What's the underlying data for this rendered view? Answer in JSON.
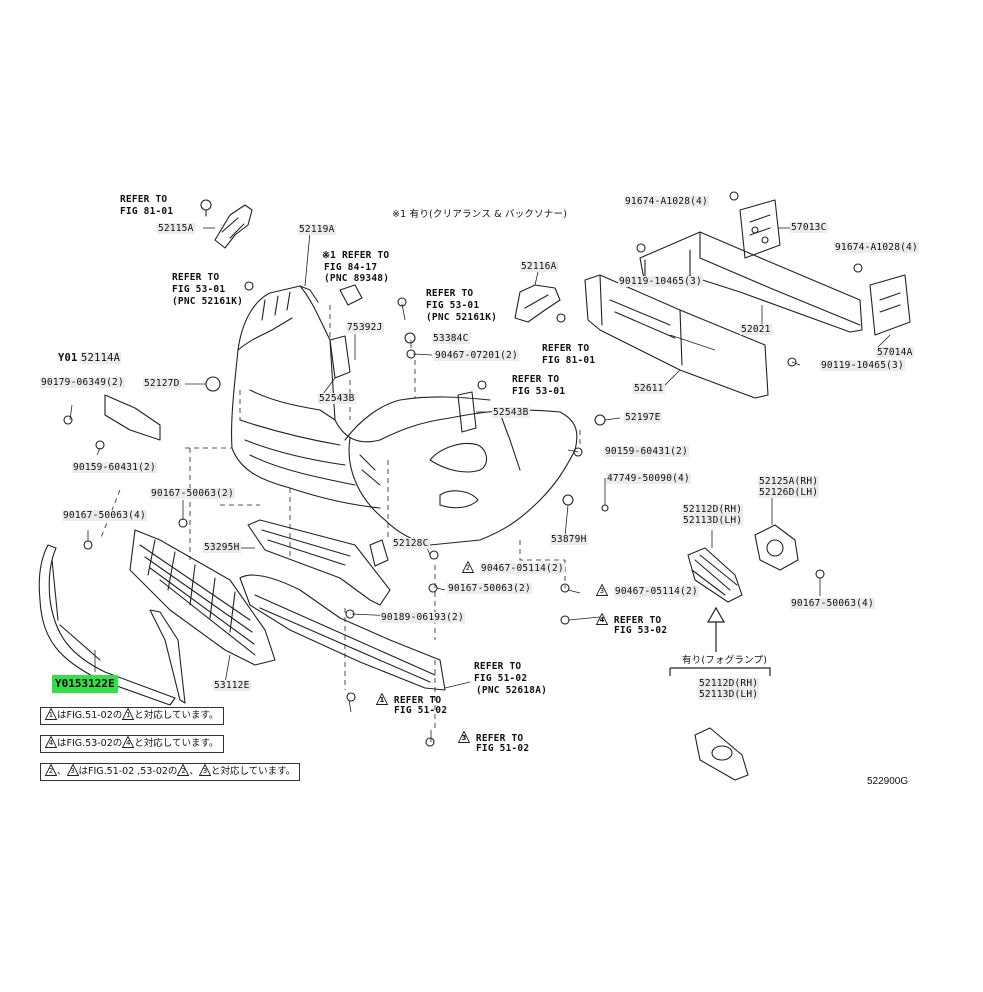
{
  "labels": {
    "refer_to_fig_81_01_a": "REFER TO",
    "fig_81_01_a": "FIG 81-01",
    "p52115A": "52115A",
    "p52119A": "52119A",
    "note_top": "※1 有り(クリアランス & バックソナー)",
    "refer_84_17": "※1 REFER TO",
    "fig_84_17": "FIG 84-17",
    "pnc_89348": "(PNC 89348)",
    "refer_53_01_a": "REFER TO",
    "fig_53_01_a": "FIG 53-01",
    "pnc_52161k_a": "(PNC 52161K)",
    "p52116A": "52116A",
    "refer_53_01_b": "REFER TO",
    "fig_53_01_b": "FIG 53-01",
    "pnc_52161k_b": "(PNC 52161K)",
    "p53384C": "53384C",
    "p75392J": "75392J",
    "p90467_07201": "90467-07201(2)",
    "refer_81_01_b": "REFER TO",
    "fig_81_01_b": "FIG 81-01",
    "y01_52114A_prefix": "Y01",
    "p52114A": "52114A",
    "p90179_06349": "90179-06349(2)",
    "p52127D": "52127D",
    "p52543B_a": "52543B",
    "refer_53_01_c": "REFER TO",
    "fig_53_01_c": "FIG 53-01",
    "p52543B_b": "52543B",
    "p52197E": "52197E",
    "p90159_60431_a": "90159-60431(2)",
    "p90159_60431_b": "90159-60431(2)",
    "p47749_50090": "47749-50090(4)",
    "p90167_50063_a": "90167-50063(2)",
    "p90167_50063_b": "90167-50063(4)",
    "p53295H": "53295H",
    "p52128C": "52128C",
    "p53879H": "53879H",
    "p90467_05114_a": "90467-05114(2)",
    "p90167_50063_c": "90167-50063(2)",
    "p90467_05114_b": "90467-05114(2)",
    "p90189_06193": "90189-06193(2)",
    "refer_53_02": "REFER TO",
    "fig_53_02": "FIG 53-02",
    "y01_prefix": "Y01",
    "p53122E": "53122E",
    "p53112E": "53112E",
    "refer_51_02_a": "REFER TO",
    "fig_51_02_a": "FIG 51-02",
    "pnc_52618A": "(PNC 52618A)",
    "refer_51_02_b": "REFER TO",
    "fig_51_02_b": "FIG 51-02",
    "refer_51_02_c": "REFER TO",
    "fig_51_02_c": "FIG 51-02",
    "p91674_A1028_a": "91674-A1028(4)",
    "p57013C": "57013C",
    "p91674_A1028_b": "91674-A1028(4)",
    "p90119_10465_a": "90119-10465(3)",
    "p52021": "52021",
    "p57014A": "57014A",
    "p90119_10465_b": "90119-10465(3)",
    "p52611": "52611",
    "p52125A": "52125A(RH)",
    "p52126D": "52126D(LH)",
    "p52112D_a": "52112D(RH)",
    "p52113D_a": "52113D(LH)",
    "p90167_50063_d": "90167-50063(4)",
    "fog_note": "有り(フォグランプ)",
    "p52112D_b": "52112D(RH)",
    "p52113D_b": "52113D(LH)",
    "diagram_code": "522900G"
  },
  "notes": {
    "n1_pre": "はFIG.51-02の",
    "n1_post": "と対応しています。",
    "n2_pre": "はFIG.53-02の",
    "n2_post": "と対応しています。",
    "n3_mid": "、",
    "n3_pre": "はFIG.51-02 ,53-02の",
    "n3_mid2": "、",
    "n3_post": "と対応しています。"
  },
  "markers": {
    "m1": "1",
    "m2": "2",
    "m3": "3",
    "m4": "4"
  },
  "colors": {
    "highlight": "#33e04a",
    "line": "#222222",
    "label_bg": "#ececec"
  }
}
